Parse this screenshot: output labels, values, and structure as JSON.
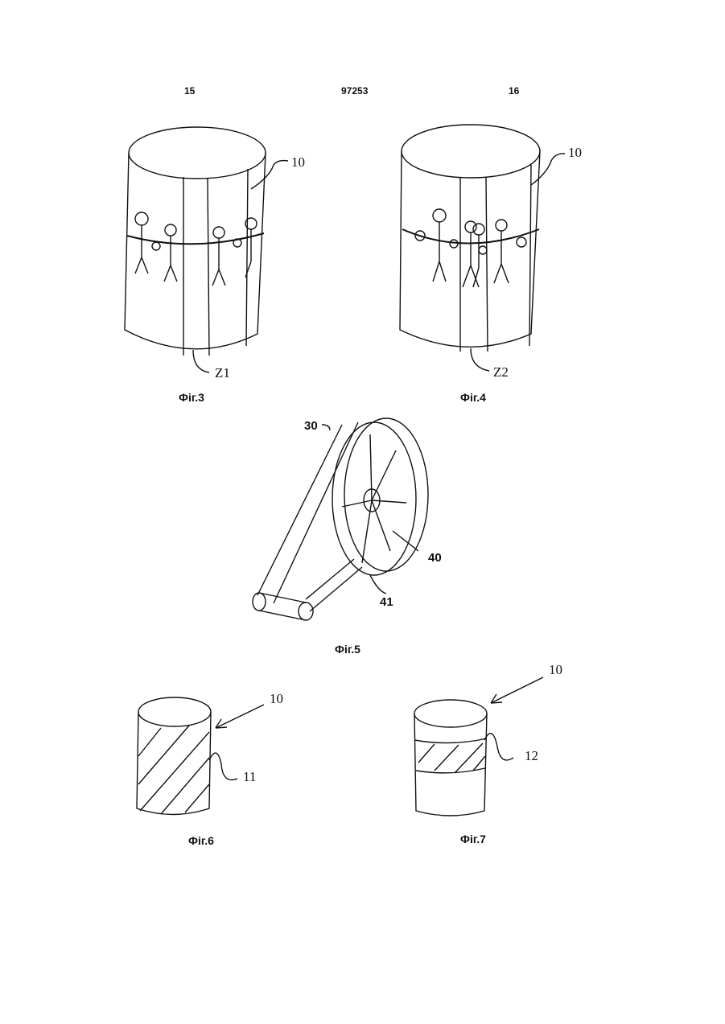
{
  "header": {
    "left_page": "15",
    "patent_number": "97253",
    "right_page": "16"
  },
  "figures": {
    "fig3": {
      "caption": "Фіг.3",
      "label_top": "10",
      "label_bottom": "Z1"
    },
    "fig4": {
      "caption": "Фіг.4",
      "label_top": "10",
      "label_bottom": "Z2"
    },
    "fig5": {
      "caption": "Фіг.5",
      "label_belt": "30",
      "label_wheel": "40",
      "label_roller": "41"
    },
    "fig6": {
      "caption": "Фіг.6",
      "label_top": "10",
      "label_side": "11"
    },
    "fig7": {
      "caption": "Фіг.7",
      "label_top": "10",
      "label_side": "12"
    }
  }
}
